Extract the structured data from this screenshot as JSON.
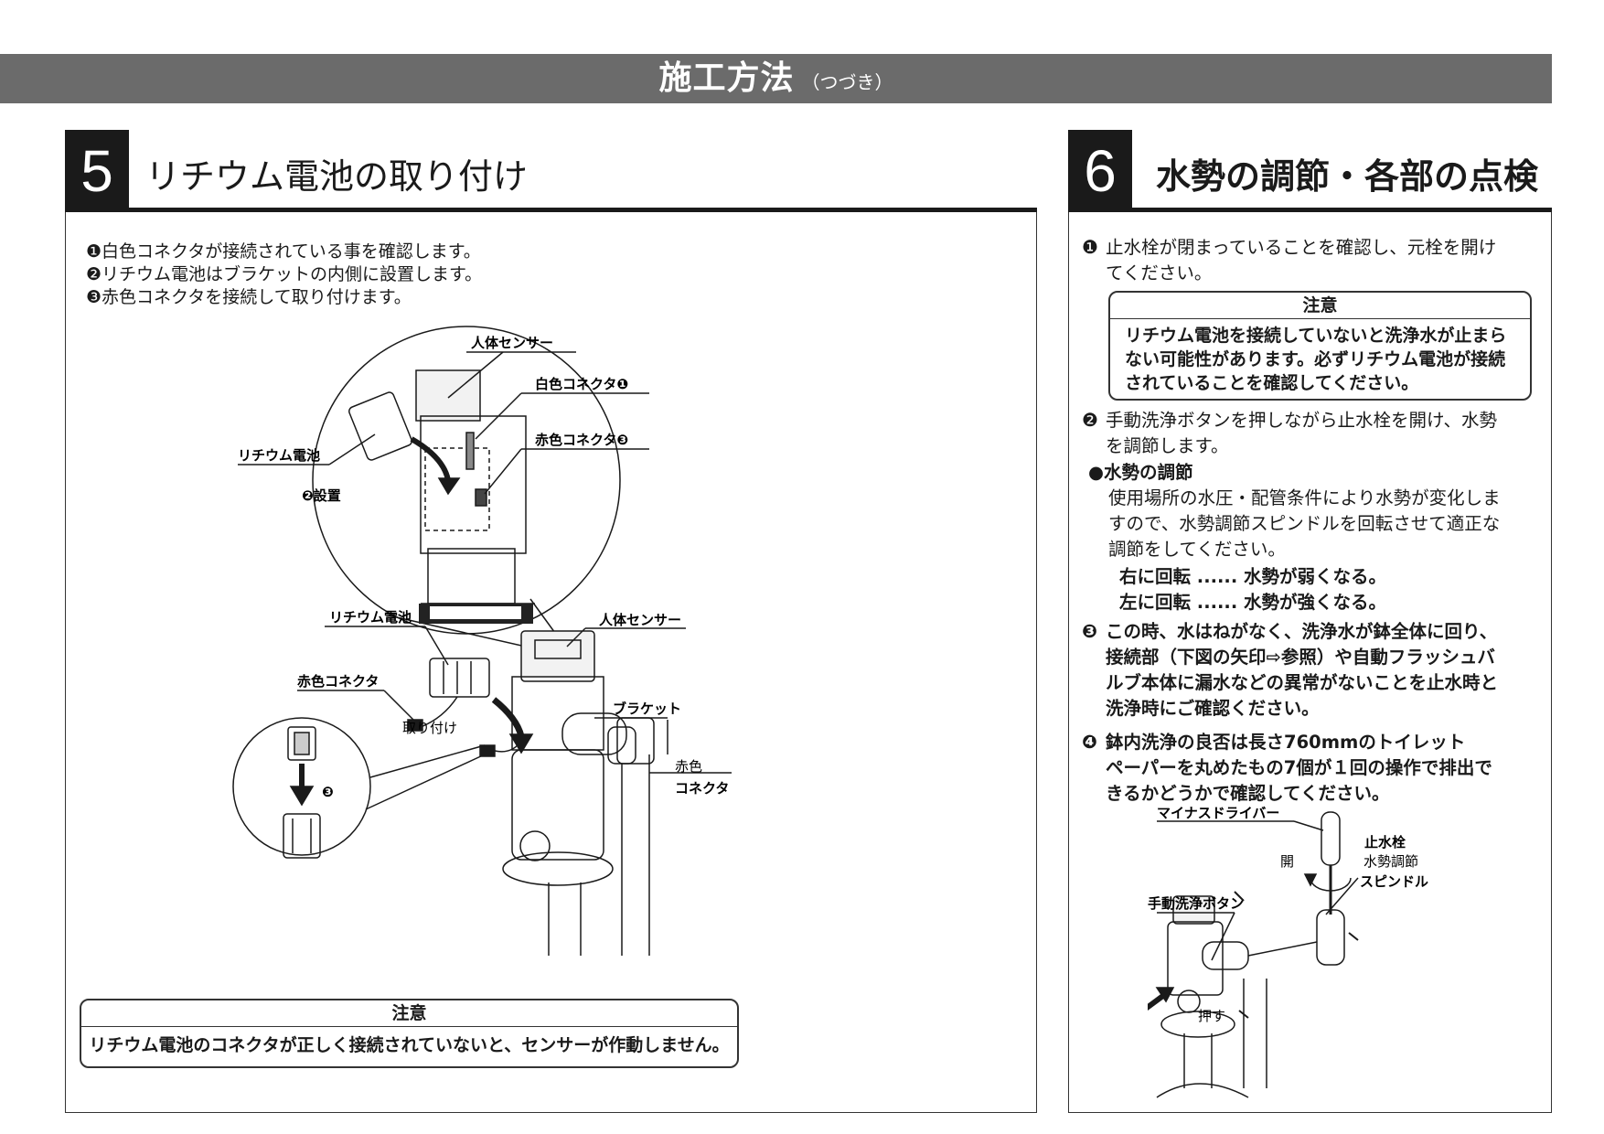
{
  "banner": {
    "title": "施工方法",
    "subtitle": "（つづき）"
  },
  "section5": {
    "number": "5",
    "title": "リチウム電池の取り付け",
    "steps": [
      "❶白色コネクタが接続されている事を確認します。",
      "❷リチウム電池はブラケットの内側に設置します。",
      "❸赤色コネクタを接続して取り付けます。"
    ],
    "labels": {
      "sensor_top": "人体センサー",
      "white_connector": "白色コネクタ❶",
      "red_connector_top": "赤色コネクタ❸",
      "battery_top": "リチウム電池",
      "install": "❷設置",
      "battery": "リチウム電池",
      "sensor": "人体センサー",
      "red_connector": "赤色コネクタ",
      "attach": "取り付け",
      "bracket": "ブラケット",
      "red_color": "赤色",
      "connector": "コネクタ",
      "step3": "❸"
    },
    "notice": {
      "title": "注意",
      "text": "リチウム電池のコネクタが正しく接続されていないと、センサーが作動しません。"
    }
  },
  "section6": {
    "number": "6",
    "title": "水勢の調節・各部の点検",
    "item1": {
      "marker": "❶",
      "line1": "止水栓が閉まっていることを確認し、元栓を開け",
      "line2": "てください。"
    },
    "notice": {
      "title": "注意",
      "lines": [
        "リチウム電池を接続していないと洗浄水が止まら",
        "ない可能性があります。必ずリチウム電池が接続",
        "されていることを確認してください。"
      ]
    },
    "item2": {
      "marker": "❷",
      "line1": "手動洗浄ボタンを押しながら止水栓を開け、水勢",
      "line2": "を調節します。"
    },
    "adjust": {
      "heading": "●水勢の調節",
      "lines": [
        "使用場所の水圧・配管条件により水勢が変化しま",
        "すので、水勢調節スピンドルを回転させて適正な",
        "調節をしてください。"
      ],
      "right": "右に回転 ...... 水勢が弱くなる。",
      "left": "左に回転 ...... 水勢が強くなる。"
    },
    "item3": {
      "marker": "❸",
      "lines": [
        "この時、水はねがなく、洗浄水が鉢全体に回り、",
        "接続部（下図の矢印⇨参照）や自動フラッシュバ",
        "ルブ本体に漏水などの異常がないことを止水時と",
        "洗浄時にご確認ください。"
      ]
    },
    "item4": {
      "marker": "❹",
      "lines": [
        "鉢内洗浄の良否は長さ760mmのトイレット",
        "ペーパーを丸めたもの7個が１回の操作で排出で",
        "きるかどうかで確認してください。"
      ]
    },
    "labels": {
      "screwdriver": "マイナスドライバー",
      "open": "開",
      "stop_valve": "止水栓",
      "spindle1": "水勢調節",
      "spindle2": "スピンドル",
      "manual_button": "手動洗浄ボタン",
      "push": "押す"
    }
  }
}
